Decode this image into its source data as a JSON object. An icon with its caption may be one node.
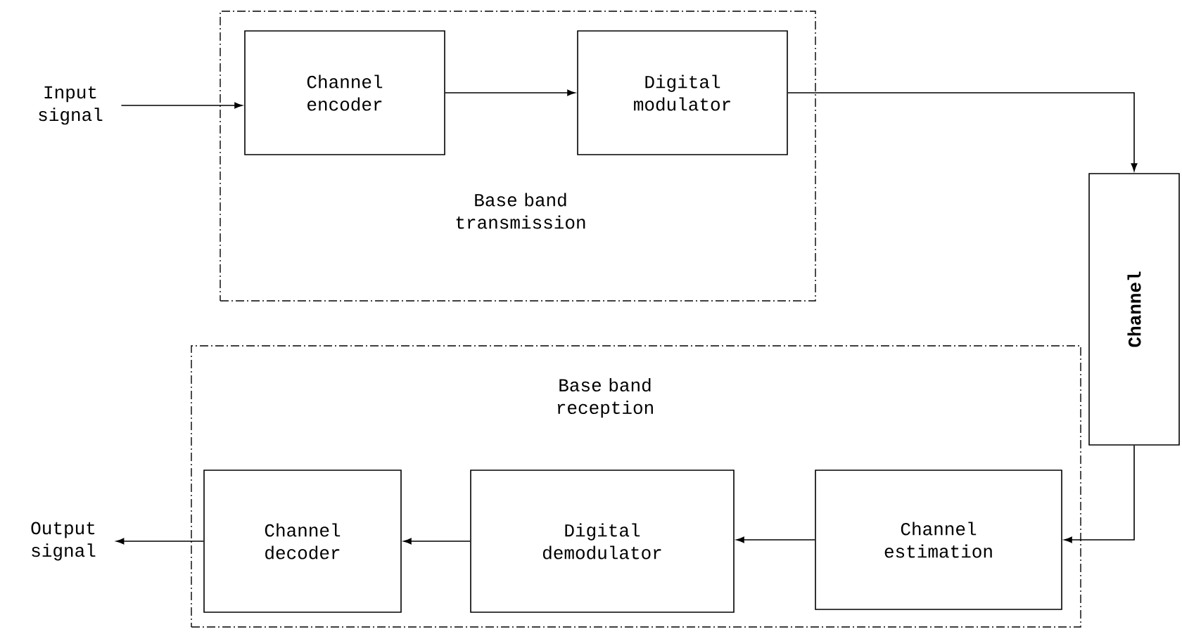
{
  "diagram": {
    "nodes": [
      {
        "text": [
          "Input signal"
        ]
      },
      {
        "text": [
          "Base band transmission"
        ]
      },
      {
        "text": [
          "Channel encoder"
        ],
        "in": 1
      },
      {
        "text": [
          "Digital modulator"
        ],
        "in": 1
      },
      {
        "text": [
          "Channel"
        ]
      },
      {
        "text": [
          "Base band reception"
        ]
      },
      {
        "text": [
          "Channel decoder"
        ],
        "in": 5
      },
      {
        "text": [
          "Digital demodulator"
        ],
        "in": 5
      },
      {
        "text": [
          "Channel estimation"
        ],
        "in": 5
      },
      {
        "text": [
          "Output signal"
        ]
      }
    ],
    "edges": [
      {
        "from": 0,
        "to": 2,
        "arrow": "to"
      },
      {
        "from": 2,
        "to": 3,
        "arrow": "to"
      },
      {
        "from": 3,
        "to": 4,
        "arrow": "to"
      },
      {
        "from": 4,
        "to": 8,
        "arrow": "to"
      },
      {
        "from": 8,
        "to": 7,
        "arrow": "to"
      },
      {
        "from": 7,
        "to": 6,
        "arrow": "to"
      },
      {
        "from": 6,
        "to": 9,
        "arrow": "to"
      }
    ]
  }
}
